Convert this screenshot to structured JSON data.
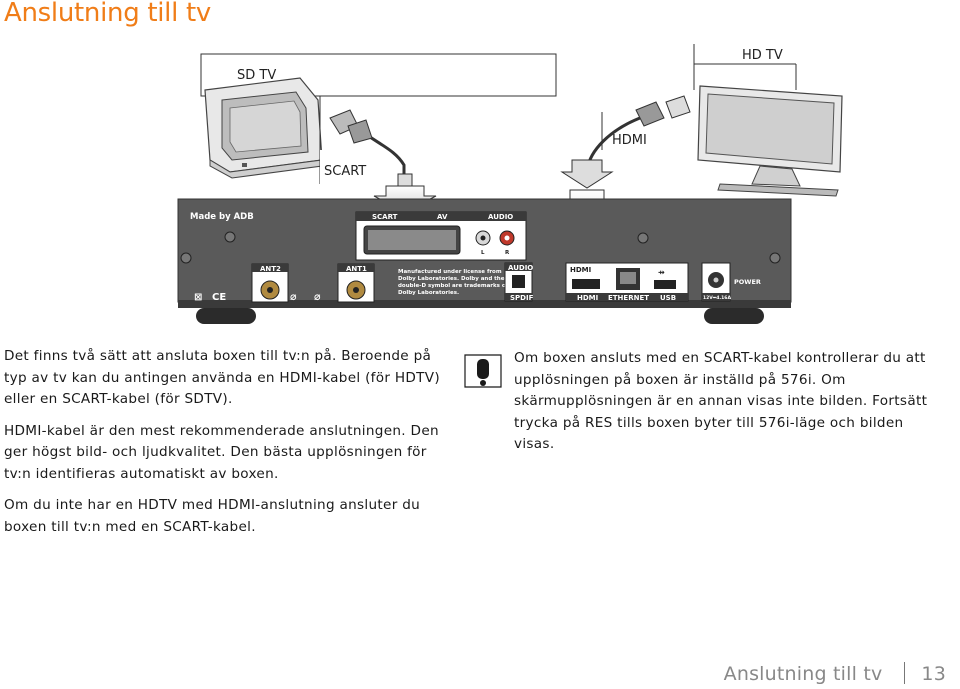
{
  "page": {
    "title": "Anslutning till tv"
  },
  "illustration": {
    "sd_tv_label": "SD TV",
    "hd_tv_label": "HD TV",
    "scart_label": "SCART",
    "hdmi_label": "HDMI",
    "panel": {
      "brand": "Made by ADB",
      "scart_port": "SCART",
      "av_port": "AV",
      "audio_port": "AUDIO",
      "audio_l": "L",
      "audio_r": "R",
      "ant2": "ANT2",
      "ant1": "ANT1",
      "dolby_notice": [
        "Manufactured under license from",
        "Dolby Laboratories. Dolby and the",
        "double-D symbol are trademarks of",
        "Dolby Laboratories."
      ],
      "audio_box": "AUDIO",
      "spdif": "SPDIF",
      "hdmi_port": "HDMI",
      "ethernet_port": "ETHERNET",
      "usb_port": "USB",
      "power_rating": "12V⎓4.16A",
      "power": "POWER",
      "ce_mark": "CE"
    }
  },
  "body": {
    "paragraph1": "Det finns två sätt att ansluta boxen till tv:n på. Beroende på typ av tv kan du antingen använda en HDMI-kabel (för HDTV) eller en SCART-kabel (för SDTV).",
    "paragraph2": "HDMI-kabel är den mest rekommenderade anslutningen. Den ger högst bild- och ljudkvalitet. Den bästa upplösningen för tv:n identifieras automatiskt av boxen.",
    "paragraph3": "Om du inte har en HDTV med HDMI-anslutning ansluter du boxen till tv:n med en SCART-kabel."
  },
  "note": {
    "icon": "exclamation-icon",
    "text": "Om boxen ansluts med en SCART-kabel kontrollerar du att upplösningen på boxen är inställd på 576i. Om skärmupplösningen är en annan visas inte bilden. Fortsätt trycka på RES tills boxen byter till 576i-läge och bilden visas."
  },
  "footer": {
    "section": "Anslutning till tv",
    "page_number": "13"
  },
  "colors": {
    "accent": "#f07d18",
    "panel": "#5a5a5a"
  }
}
